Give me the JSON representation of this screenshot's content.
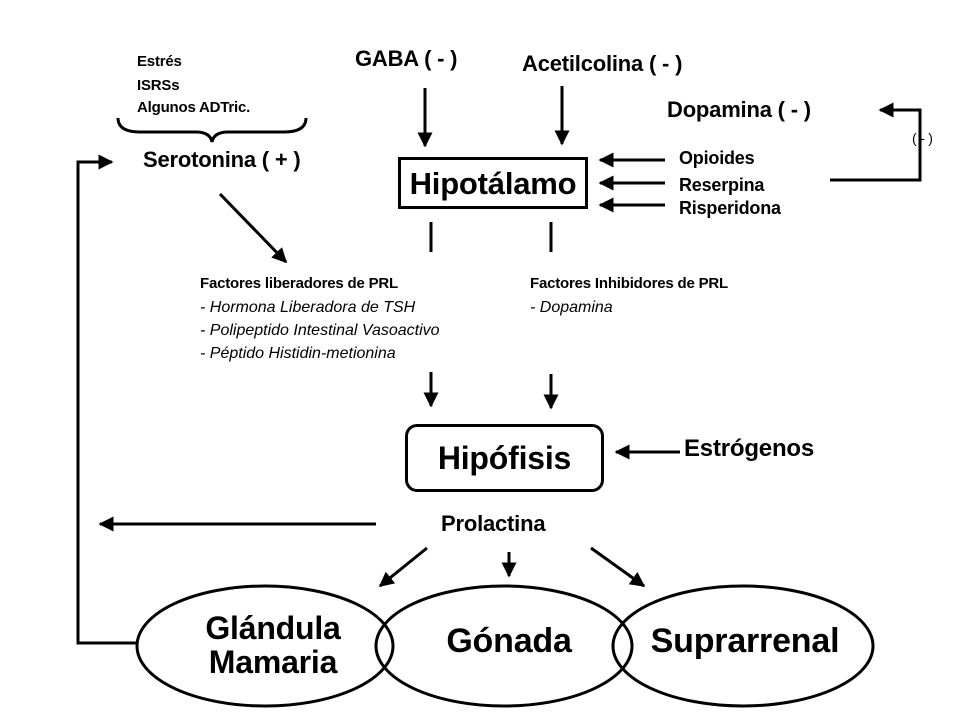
{
  "stimuli": {
    "stress": "Estrés",
    "ssris": "ISRSs",
    "tricyclics": "Algunos ADTric."
  },
  "neurotransmitters": {
    "serotonin": "Serotonina ( + )",
    "gaba": "GABA ( - )",
    "acetylcholine": "Acetilcolina ( - )",
    "dopamine": "Dopamina ( - )",
    "feedback_sign": "( - )"
  },
  "drugs": {
    "opioids": "Opioides",
    "reserpine": "Reserpina",
    "risperidone": "Risperidona"
  },
  "hypothalamus": {
    "label": "Hipotálamo"
  },
  "releasing_factors": {
    "title": "Factores liberadores de PRL",
    "items": [
      "- Hormona Liberadora de TSH",
      "- Polipeptido Intestinal Vasoactivo",
      "- Péptido Histidin-metionina"
    ]
  },
  "inhibiting_factors": {
    "title": "Factores Inhibidores de PRL",
    "items": [
      "- Dopamina"
    ]
  },
  "pituitary": {
    "label": "Hipófisis"
  },
  "estrogens": {
    "label": "Estrógenos"
  },
  "prolactin": {
    "label": "Prolactina"
  },
  "targets": {
    "mammary_line1": "Glándula",
    "mammary_line2": "Mamaria",
    "gonad": "Gónada",
    "adrenal": "Suprarrenal"
  }
}
